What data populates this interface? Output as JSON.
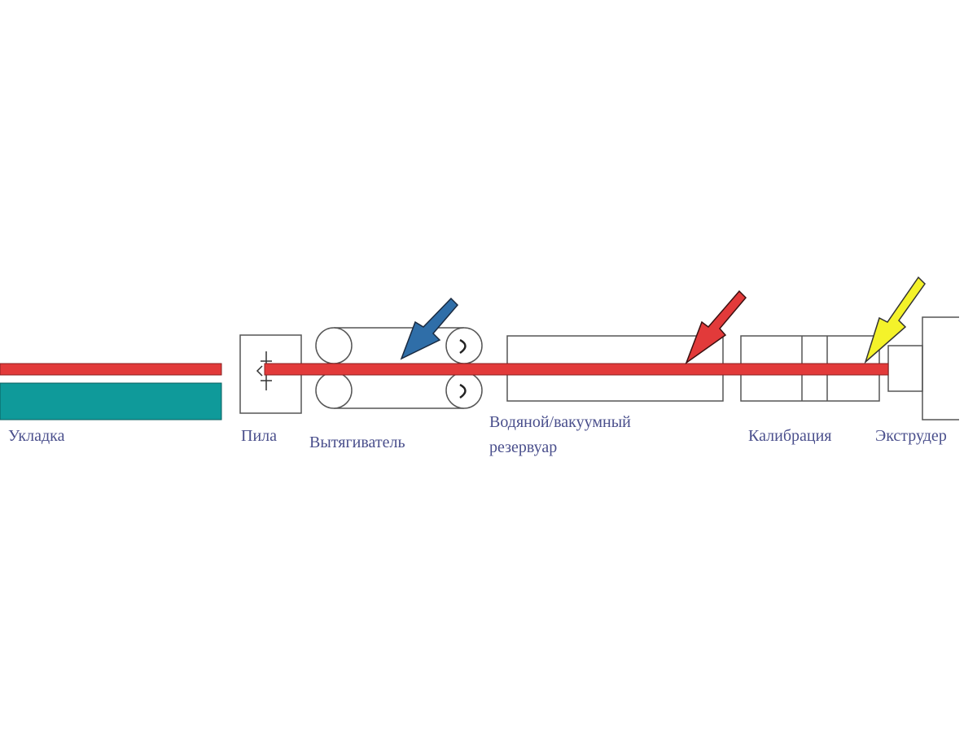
{
  "labels": {
    "laying": "Укладка",
    "saw": "Пила",
    "puller": "Вытягиватель",
    "tank_line1": "Водяной/вакуумный",
    "tank_line2": "резервуар",
    "calibration": "Калибрация",
    "extruder": "Экструдер"
  },
  "colors": {
    "rod": "#e23a3a",
    "product_stack": "#0f9a9a",
    "arrow_blue": "#2f6ea8",
    "arrow_red": "#e23a3a",
    "arrow_yellow": "#f4f22a",
    "label": "#4a4f8c",
    "outline": "#555555"
  }
}
